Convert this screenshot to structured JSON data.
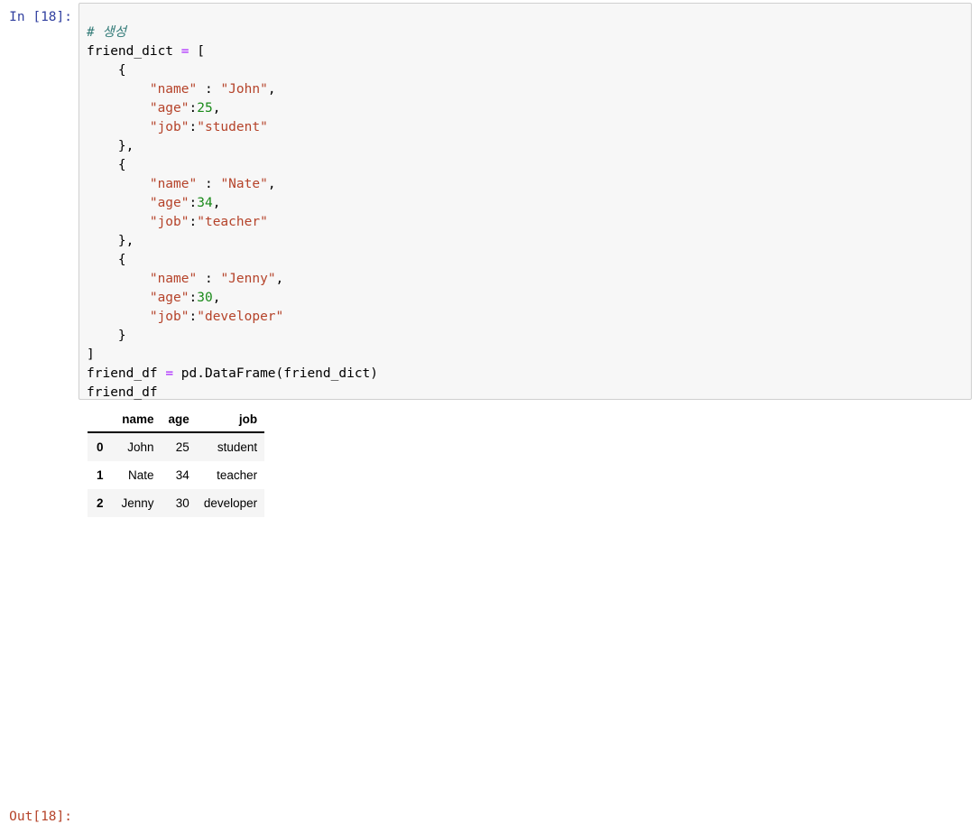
{
  "notebook": {
    "input_prompt": "In [18]:",
    "output_prompt": "Out[18]:",
    "execution_count": 18
  },
  "code_cell": {
    "language": "python",
    "lines": [
      {
        "indent": 0,
        "tokens": [
          {
            "t": "comment",
            "v": "# 생성"
          }
        ]
      },
      {
        "indent": 0,
        "tokens": [
          {
            "t": "plain",
            "v": "friend_dict "
          },
          {
            "t": "op",
            "v": "="
          },
          {
            "t": "plain",
            "v": " ["
          }
        ]
      },
      {
        "indent": 1,
        "tokens": [
          {
            "t": "plain",
            "v": "{"
          }
        ]
      },
      {
        "indent": 2,
        "tokens": [
          {
            "t": "string",
            "v": "\"name\""
          },
          {
            "t": "plain",
            "v": " : "
          },
          {
            "t": "string",
            "v": "\"John\""
          },
          {
            "t": "plain",
            "v": ","
          }
        ]
      },
      {
        "indent": 2,
        "tokens": [
          {
            "t": "string",
            "v": "\"age\""
          },
          {
            "t": "plain",
            "v": ":"
          },
          {
            "t": "number",
            "v": "25"
          },
          {
            "t": "plain",
            "v": ","
          }
        ]
      },
      {
        "indent": 2,
        "tokens": [
          {
            "t": "string",
            "v": "\"job\""
          },
          {
            "t": "plain",
            "v": ":"
          },
          {
            "t": "string",
            "v": "\"student\""
          }
        ]
      },
      {
        "indent": 1,
        "tokens": [
          {
            "t": "plain",
            "v": "},"
          }
        ]
      },
      {
        "indent": 1,
        "tokens": [
          {
            "t": "plain",
            "v": "{"
          }
        ]
      },
      {
        "indent": 2,
        "tokens": [
          {
            "t": "string",
            "v": "\"name\""
          },
          {
            "t": "plain",
            "v": " : "
          },
          {
            "t": "string",
            "v": "\"Nate\""
          },
          {
            "t": "plain",
            "v": ","
          }
        ]
      },
      {
        "indent": 2,
        "tokens": [
          {
            "t": "string",
            "v": "\"age\""
          },
          {
            "t": "plain",
            "v": ":"
          },
          {
            "t": "number",
            "v": "34"
          },
          {
            "t": "plain",
            "v": ","
          }
        ]
      },
      {
        "indent": 2,
        "tokens": [
          {
            "t": "string",
            "v": "\"job\""
          },
          {
            "t": "plain",
            "v": ":"
          },
          {
            "t": "string",
            "v": "\"teacher\""
          }
        ]
      },
      {
        "indent": 1,
        "tokens": [
          {
            "t": "plain",
            "v": "},"
          }
        ]
      },
      {
        "indent": 1,
        "tokens": [
          {
            "t": "plain",
            "v": "{"
          }
        ]
      },
      {
        "indent": 2,
        "tokens": [
          {
            "t": "string",
            "v": "\"name\""
          },
          {
            "t": "plain",
            "v": " : "
          },
          {
            "t": "string",
            "v": "\"Jenny\""
          },
          {
            "t": "plain",
            "v": ","
          }
        ]
      },
      {
        "indent": 2,
        "tokens": [
          {
            "t": "string",
            "v": "\"age\""
          },
          {
            "t": "plain",
            "v": ":"
          },
          {
            "t": "number",
            "v": "30"
          },
          {
            "t": "plain",
            "v": ","
          }
        ]
      },
      {
        "indent": 2,
        "tokens": [
          {
            "t": "string",
            "v": "\"job\""
          },
          {
            "t": "plain",
            "v": ":"
          },
          {
            "t": "string",
            "v": "\"developer\""
          }
        ]
      },
      {
        "indent": 1,
        "tokens": [
          {
            "t": "plain",
            "v": "}"
          }
        ]
      },
      {
        "indent": 0,
        "tokens": [
          {
            "t": "plain",
            "v": "]"
          }
        ]
      },
      {
        "indent": 0,
        "tokens": [
          {
            "t": "plain",
            "v": "friend_df "
          },
          {
            "t": "op",
            "v": "="
          },
          {
            "t": "plain",
            "v": " pd.DataFrame(friend_dict)"
          }
        ]
      },
      {
        "indent": 0,
        "tokens": [
          {
            "t": "plain",
            "v": "friend_df"
          }
        ]
      }
    ]
  },
  "output_table": {
    "index_header": "",
    "columns": [
      "name",
      "age",
      "job"
    ],
    "index": [
      "0",
      "1",
      "2"
    ],
    "rows": [
      [
        "John",
        "25",
        "student"
      ],
      [
        "Nate",
        "34",
        "teacher"
      ],
      [
        "Jenny",
        "30",
        "developer"
      ]
    ]
  },
  "colors": {
    "page_background": "#ffffff",
    "cell_background": "#f7f7f7",
    "cell_border": "#cfcfcf",
    "in_prompt": "#303f9f",
    "out_prompt": "#b5432a",
    "syntax_comment": "#337b78",
    "syntax_string": "#b5432a",
    "syntax_number": "#1a8a1a",
    "syntax_operator": "#aa22ff",
    "syntax_plain": "#000000",
    "table_stripe": "#f5f5f5",
    "table_header_rule": "#000000"
  }
}
